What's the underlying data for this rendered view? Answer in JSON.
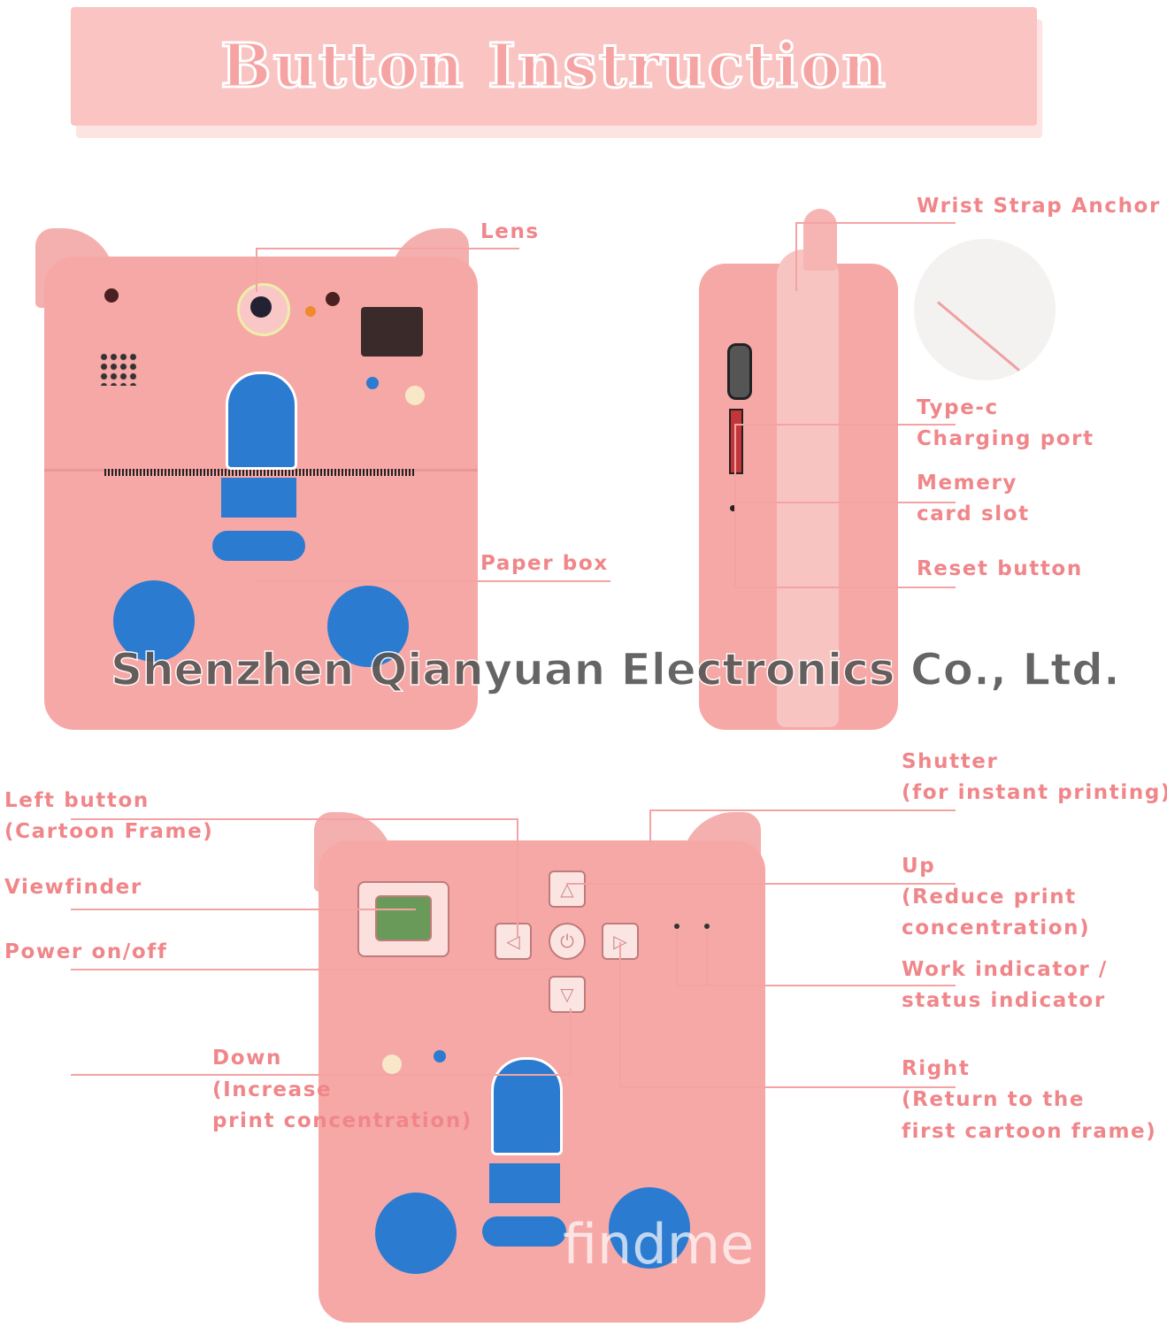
{
  "title": "Button Instruction",
  "front_labels": {
    "lens": "Lens",
    "paper_box": "Paper box"
  },
  "side_labels": {
    "wrist_strap": "Wrist Strap Anchor",
    "typec_1": "Type-c",
    "typec_2": "Charging port",
    "memory_1": "Memery",
    "memory_2": "card slot",
    "reset": "Reset button"
  },
  "back_labels": {
    "shutter_1": "Shutter",
    "shutter_2": "(for instant printing)",
    "left_1": "Left button",
    "left_2": "(Cartoon Frame)",
    "viewfinder": "Viewfinder",
    "power": "Power on/off",
    "up_1": "Up",
    "up_2": "(Reduce print",
    "up_3": "concentration)",
    "work_1": "Work indicator /",
    "work_2": "status indicator",
    "down_1": "Down",
    "down_2": "(Increase",
    "down_3": "print concentration)",
    "right_1": "Right",
    "right_2": "(Return to the",
    "right_3": "first cartoon frame)"
  },
  "watermarks": {
    "company": "Shenzhen Qianyuan Electronics Co., Ltd.",
    "site": "findme"
  },
  "colors": {
    "label": "#f0868a",
    "body": "#f6a8a6",
    "banner": "#f9c4c2",
    "accent_blue": "#2b7bd1"
  }
}
